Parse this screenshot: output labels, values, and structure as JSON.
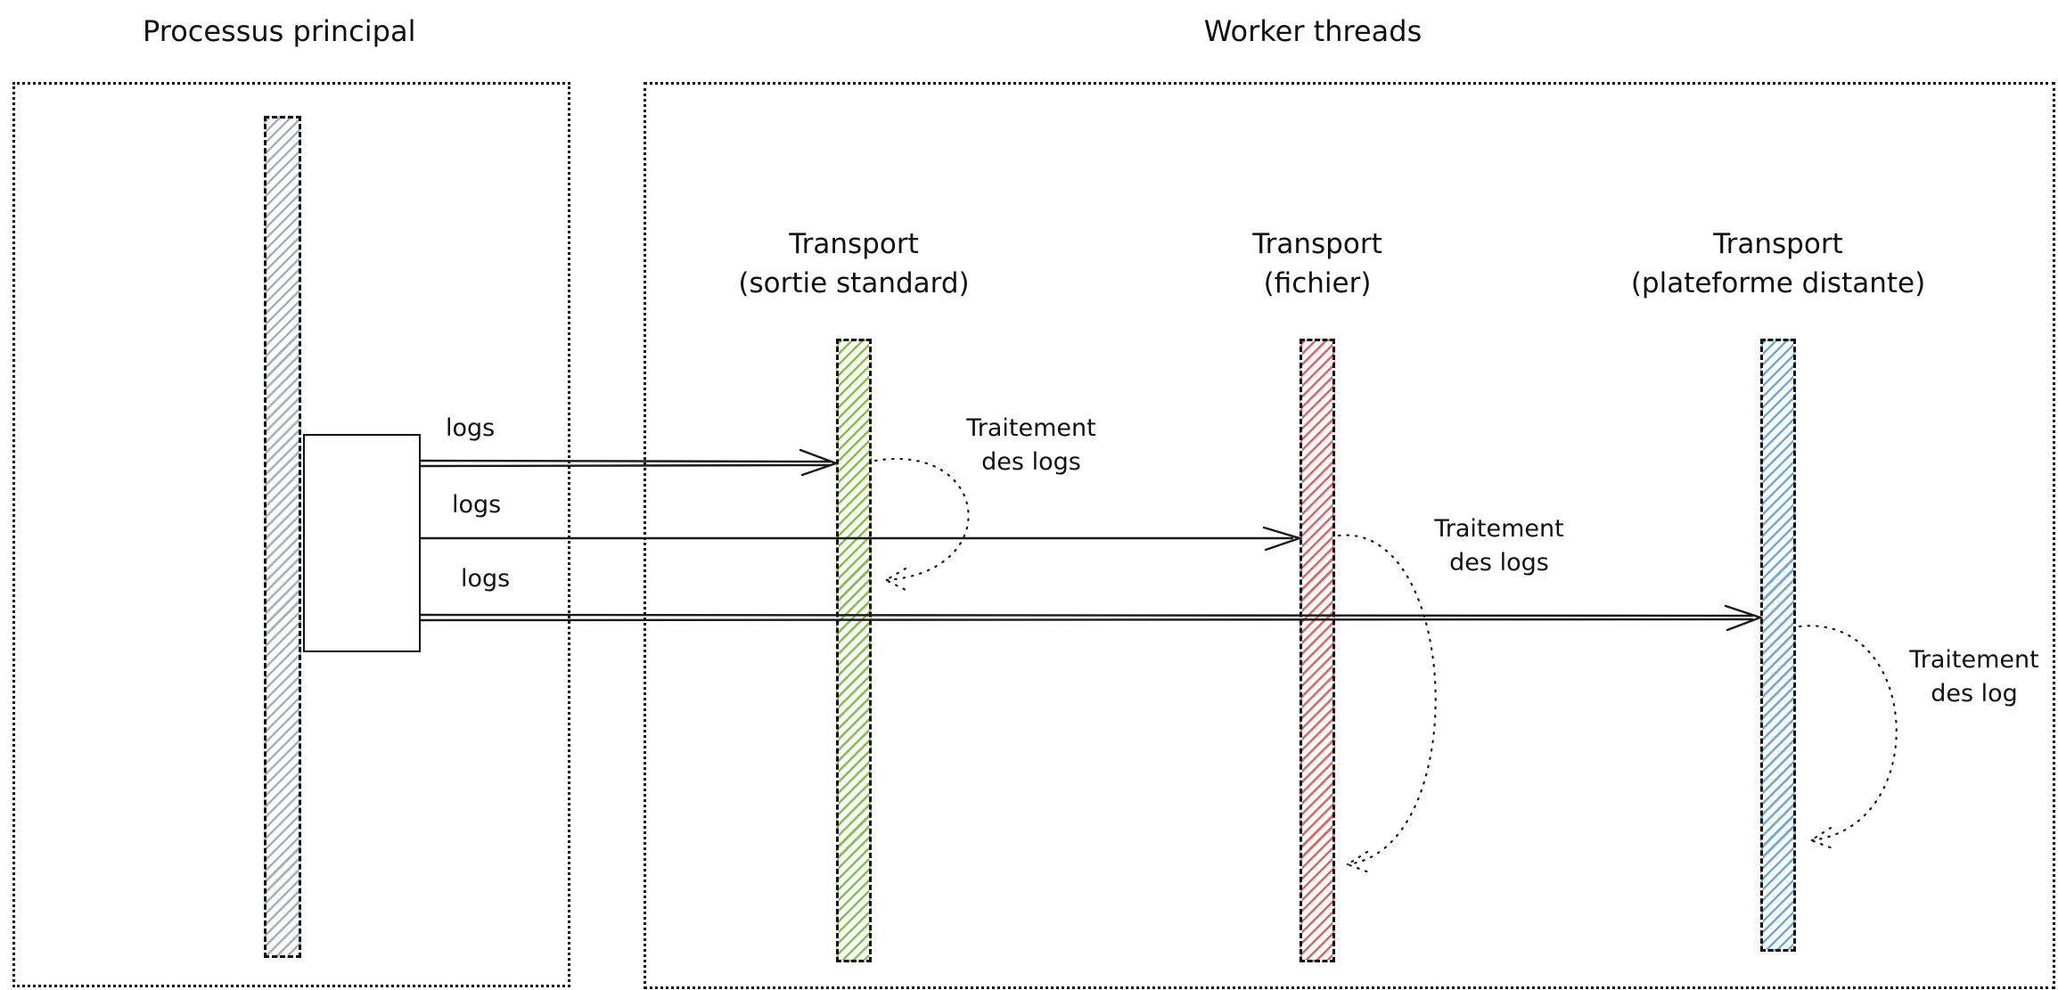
{
  "groups": {
    "main": {
      "title": "Processus principal"
    },
    "workers": {
      "title": "Worker threads"
    }
  },
  "lifelines": {
    "stdout": {
      "title": "Transport\n(sortie standard)"
    },
    "file": {
      "title": "Transport\n(fichier)"
    },
    "remote": {
      "title": "Transport\n(plateforme distante)"
    }
  },
  "messages": {
    "m1": {
      "label": "logs"
    },
    "m2": {
      "label": "logs"
    },
    "m3": {
      "label": "logs"
    }
  },
  "loops": {
    "stdout": {
      "label": "Traitement\ndes logs"
    },
    "file": {
      "label": "Traitement\ndes logs"
    },
    "remote": {
      "label": "Traitement\ndes log"
    }
  },
  "colors": {
    "main_process": "#a9b0b8",
    "stdout": "#86bf4a",
    "file": "#e06666",
    "remote": "#6fa8dc"
  }
}
